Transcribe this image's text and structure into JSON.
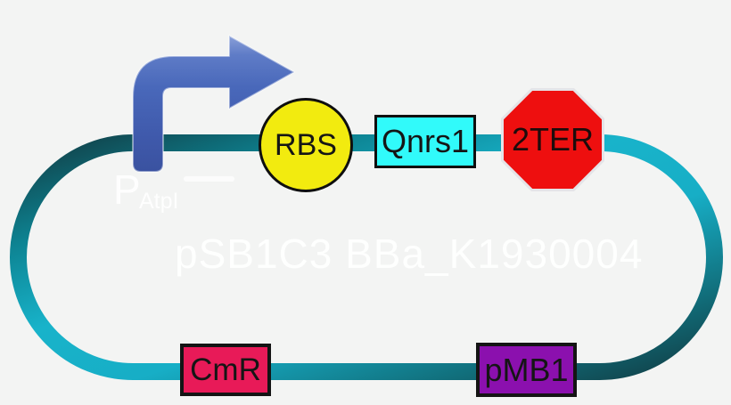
{
  "diagram": {
    "title": "pSB1C3 BBa_K1930004",
    "background_color": "#f3f4f3",
    "backbone": {
      "shape": "stadium-ring",
      "color_bright": "#18b3ca",
      "color_dark": "#113b42"
    },
    "promoter": {
      "symbol": "P",
      "subscript": "AtpI",
      "icon": "bent-right-arrow",
      "arrow_color": "#4566b6"
    },
    "elements": [
      {
        "id": "rbs",
        "label": "RBS",
        "shape": "circle",
        "fill": "#f2eb0f",
        "border": "#0f0f0f"
      },
      {
        "id": "qnrs1",
        "label": "Qnrs1",
        "shape": "rectangle",
        "fill": "#31fafa",
        "border": "#0f0f0f"
      },
      {
        "id": "2ter",
        "label": "2TER",
        "shape": "octagon",
        "fill": "#ee0f0f",
        "border": "#e4e4e8"
      },
      {
        "id": "cmr",
        "label": "CmR",
        "shape": "rectangle",
        "fill": "#e81a58",
        "border": "#141414"
      },
      {
        "id": "pmb1",
        "label": "pMB1",
        "shape": "rectangle",
        "fill": "#8b10ae",
        "border": "#141414"
      }
    ]
  }
}
